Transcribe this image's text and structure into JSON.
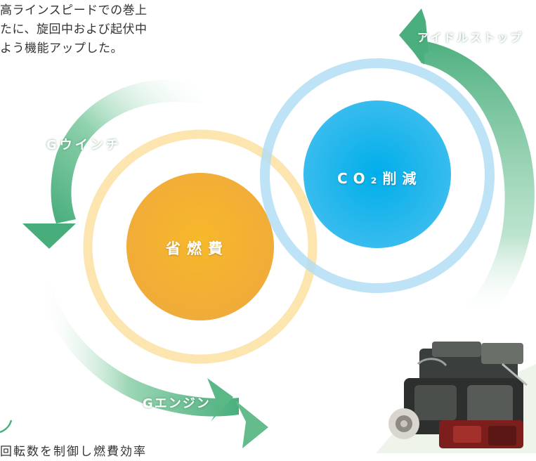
{
  "intro_text": {
    "line1": "高ラインスピードでの巻上",
    "line2": "たに、旋回中および起伏中",
    "line3": "よう機能アップした。"
  },
  "arrows": {
    "idle_stop": "アイドルストップ",
    "g_winch": "Gウインチ",
    "g_engine": "Gエンジン"
  },
  "circles": {
    "fuel_saving": "省燃費",
    "co2_reduction": "CO₂削減"
  },
  "bottom_text": "回転数を制御し燃費効率",
  "colors": {
    "fuel_circle": "#f3b02c",
    "fuel_ring": "#fbe3a6",
    "co2_circle": "#1fb3ea",
    "co2_ring": "#bde3f6",
    "arrow_green": "#5fb98a"
  },
  "icons": {
    "engine": "engine-photo",
    "green-arc": "green-arc-icon"
  }
}
